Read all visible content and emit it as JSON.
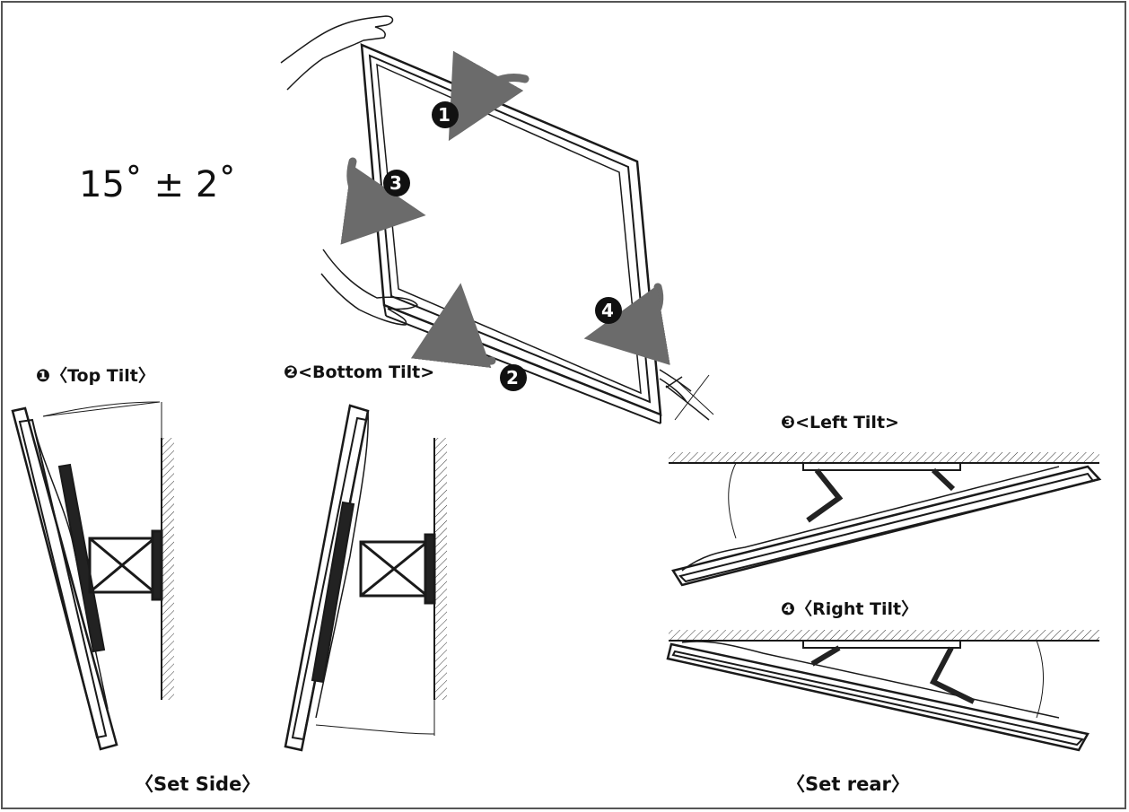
{
  "angle_text": "15˚ ± 2˚",
  "step_numbers": [
    "1",
    "2",
    "3",
    "4"
  ],
  "labels": {
    "top_tilt": "❶〈Top Tilt〉",
    "bottom_tilt": "❷<Bottom Tilt>",
    "left_tilt": "❸<Left Tilt>",
    "right_tilt": "❹〈Right Tilt〉"
  },
  "captions": {
    "set_side": "〈Set Side〉",
    "set_rear": "〈Set rear〉"
  },
  "colors": {
    "line": "#1a1a1a",
    "arrow": "#6b6b6b",
    "badge": "#111111",
    "frame": "#555555"
  }
}
